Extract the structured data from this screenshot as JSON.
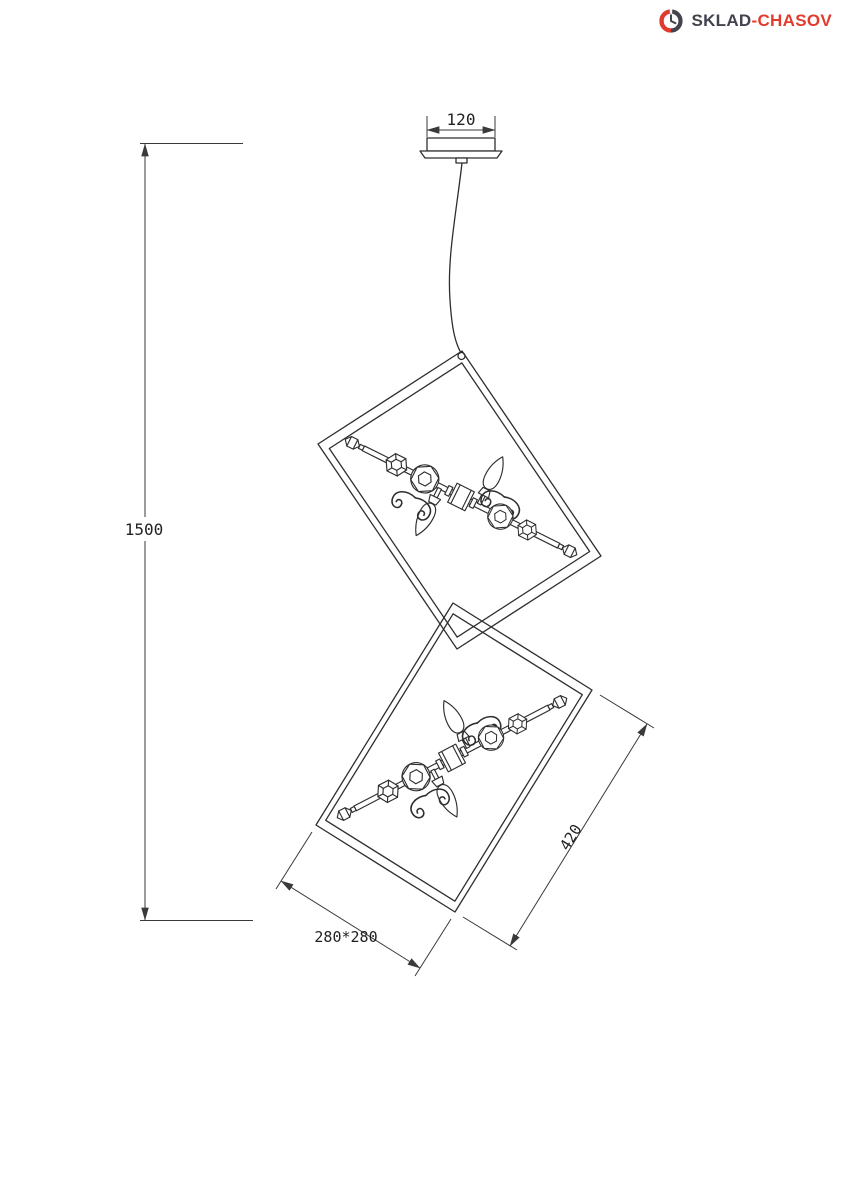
{
  "page": {
    "background": "#ffffff"
  },
  "logo": {
    "brand_primary": "SKLAD",
    "brand_secondary": "-CHASOV",
    "icon": "clock-logo-icon",
    "primary_color": "#43434e",
    "accent_color": "#e23b2e"
  },
  "drawing": {
    "type": "pendant-lamp-dimension-drawing",
    "line_color": "#2e2e2e",
    "dimensions": {
      "canopy_width": "120",
      "height": "1500",
      "frame_side": "420",
      "frame_base": "280*280"
    }
  }
}
